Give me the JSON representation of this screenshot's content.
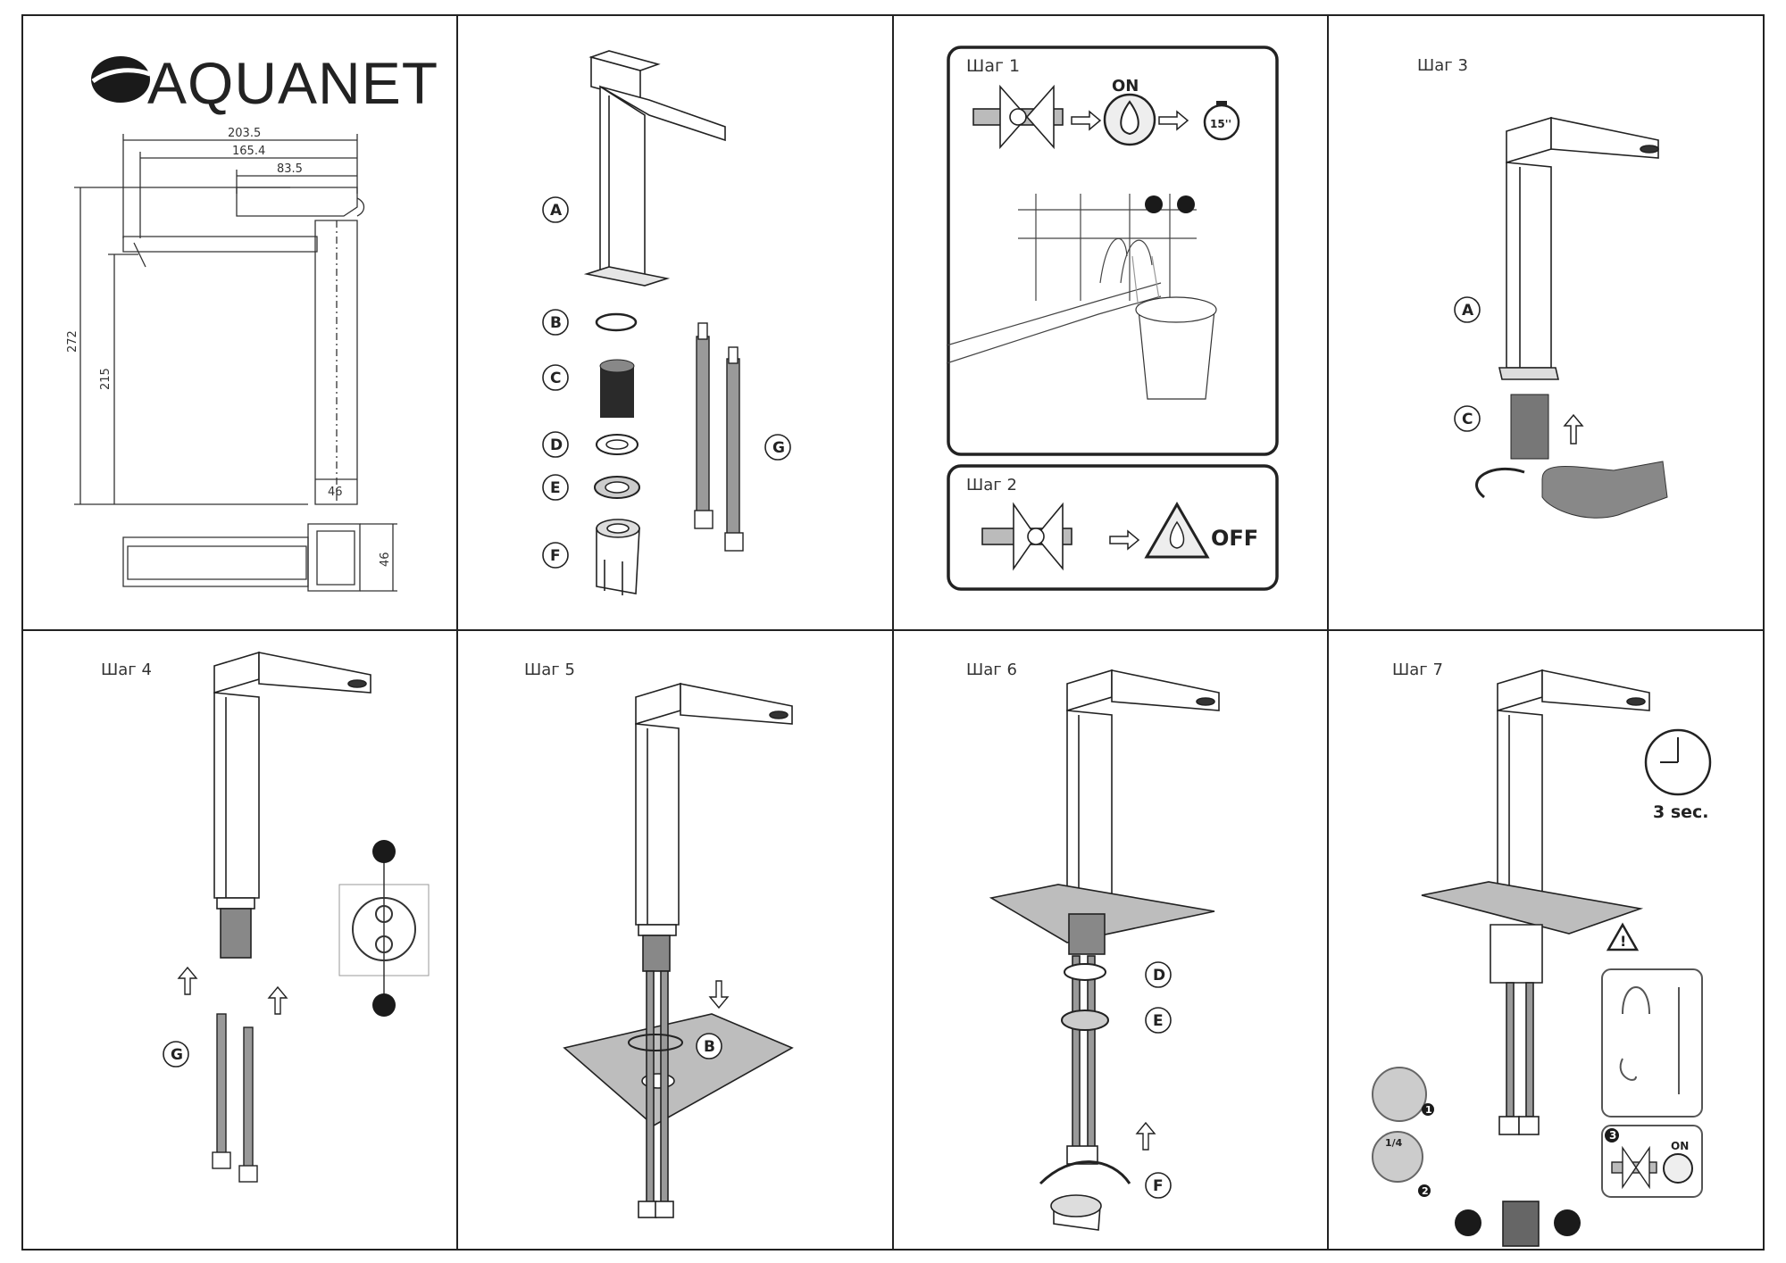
{
  "brand": {
    "name": "AQUANET"
  },
  "dimensions": {
    "d1": "203.5",
    "d2": "165.4",
    "d3": "83.5",
    "h_total": "272",
    "h_spout": "215",
    "base": "46",
    "side": "46"
  },
  "parts": {
    "A": "A",
    "B": "B",
    "C": "C",
    "D": "D",
    "E": "E",
    "F": "F",
    "G": "G"
  },
  "steps": {
    "s1": "Шаг 1",
    "s2": "Шаг 2",
    "s3": "Шаг 3",
    "s4": "Шаг 4",
    "s5": "Шаг 5",
    "s6": "Шаг 6",
    "s7": "Шаг 7"
  },
  "step1": {
    "on": "ON",
    "timer": "15''"
  },
  "step2": {
    "off": "OFF"
  },
  "step7": {
    "time": "3 sec.",
    "on": "ON",
    "quarter": "1/4",
    "n1": "1",
    "n2": "2",
    "n3": "3"
  },
  "icons": [
    "hot-water-icon",
    "cold-water-icon",
    "warning-icon",
    "clock-icon",
    "stopwatch-icon",
    "water-drop-icon",
    "valve-icon",
    "hand-icon",
    "arrow-icon"
  ],
  "colors": {
    "line": "#222222",
    "grey": "#b8b8b8",
    "dark": "#1a1a1a"
  }
}
